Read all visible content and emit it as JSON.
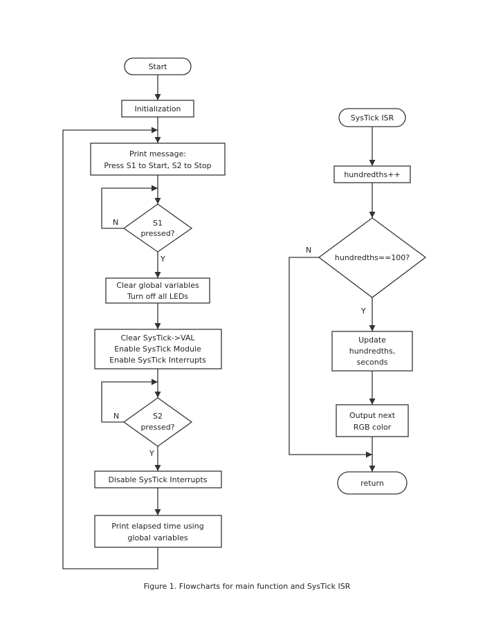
{
  "main": {
    "start": "Start",
    "init": "Initialization",
    "print_msg": [
      "Print message:",
      "Press S1 to Start, S2 to Stop"
    ],
    "s1": [
      "S1",
      "pressed?"
    ],
    "clear": [
      "Clear global variables",
      "Turn off all LEDs"
    ],
    "systick": [
      "Clear SysTick->VAL",
      "Enable SysTick Module",
      "Enable SysTick Interrupts"
    ],
    "s2": [
      "S2",
      "pressed?"
    ],
    "disable": "Disable SysTick Interrupts",
    "print_time": [
      "Print elapsed time using",
      "global variables"
    ],
    "no": "N",
    "yes": "Y"
  },
  "isr": {
    "start": "SysTick ISR",
    "inc": "hundredths++",
    "decision": "hundredths==100?",
    "update": [
      "Update",
      "hundredths,",
      "seconds"
    ],
    "output": [
      "Output next",
      "RGB color"
    ],
    "ret": "return",
    "no": "N",
    "yes": "Y"
  },
  "caption": "Figure 1. Flowcharts for main function and SysTick ISR"
}
